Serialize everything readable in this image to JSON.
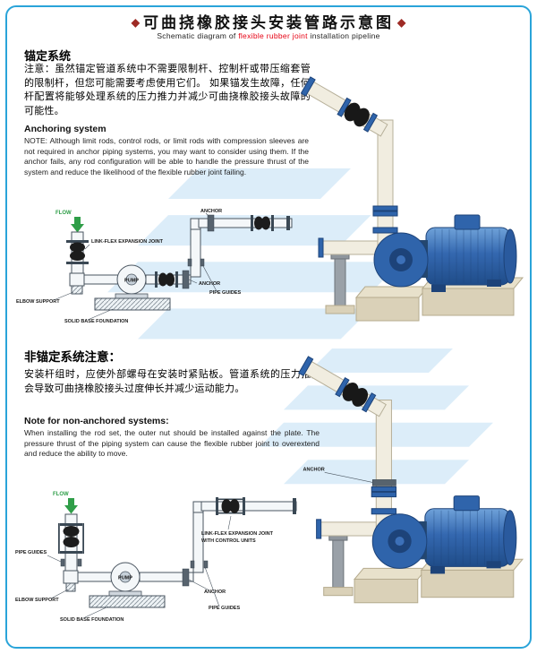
{
  "header": {
    "diamond": "◆",
    "title": "可曲挠橡胶接头安装管路示意图",
    "subtitle_pre": "Schematic diagram of ",
    "subtitle_highlight": "flexible rubber joint",
    "subtitle_post": " installation pipeline"
  },
  "anchored": {
    "heading_cn": "锚定系统",
    "note_cn": "注意：虽然锚定管道系统中不需要限制杆、控制杆或带压缩套管的限制杆，但您可能需要考虑使用它们。 如果锚发生故障，任何杆配置将能够处理系统的压力推力并减少可曲挠橡胶接头故障的可能性。",
    "heading_en": "Anchoring system",
    "note_en": "NOTE: Although limit rods, control rods, or limit rods with compression sleeves are not required in anchor piping systems, you may want to consider using them. If the anchor fails, any rod configuration will be able to handle the pressure thrust of the system and reduce the likelihood of the flexible rubber joint failing.",
    "labels": {
      "flow": "FLOW",
      "expansion_joint": "LINK-FLEX EXPANSION JOINT",
      "anchor_top": "ANCHOR",
      "anchor_mid": "ANCHOR",
      "pump": "PUMP",
      "elbow_support": "ELBOW SUPPORT",
      "pipe_guides": "PIPE GUIDES",
      "foundation": "SOLID BASE FOUNDATION"
    }
  },
  "non_anchored": {
    "heading_cn": "非锚定系统注意：",
    "note_cn": "安装杆组时，应使外部螺母在安装时紧贴板。管道系统的压力推力会导致可曲挠橡胶接头过度伸长并减少运动能力。",
    "heading_en": "Note for non-anchored systems:",
    "note_en": "When installing the rod set, the outer nut should be installed against the plate. The pressure thrust of the piping system can cause the flexible rubber joint to overextend and reduce the ability to move.",
    "labels": {
      "flow": "FLOW",
      "pipe_guides_left": "PIPE GUIDES",
      "pump": "PUMP",
      "elbow_support": "ELBOW SUPPORT",
      "foundation": "SOLID BASE FOUNDATION",
      "expansion_joint_1": "LINK-FLEX EXPANSION JOINT",
      "expansion_joint_2": "WITH CONTROL UNITS",
      "anchor": "ANCHOR",
      "pipe_guides_right": "PIPE GUIDES"
    },
    "illustration_anchor": "ANCHOR"
  }
}
